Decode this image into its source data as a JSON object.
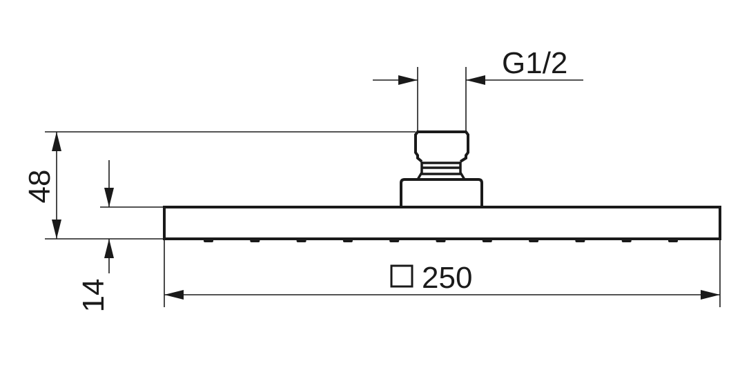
{
  "drawing": {
    "thread_label": "G1/2",
    "height_total": "48",
    "plate_thickness": "14",
    "plate_size": "250",
    "square_symbol": "square-symbol",
    "nozzle_count": 11,
    "line_color": "#1a1a1a"
  }
}
